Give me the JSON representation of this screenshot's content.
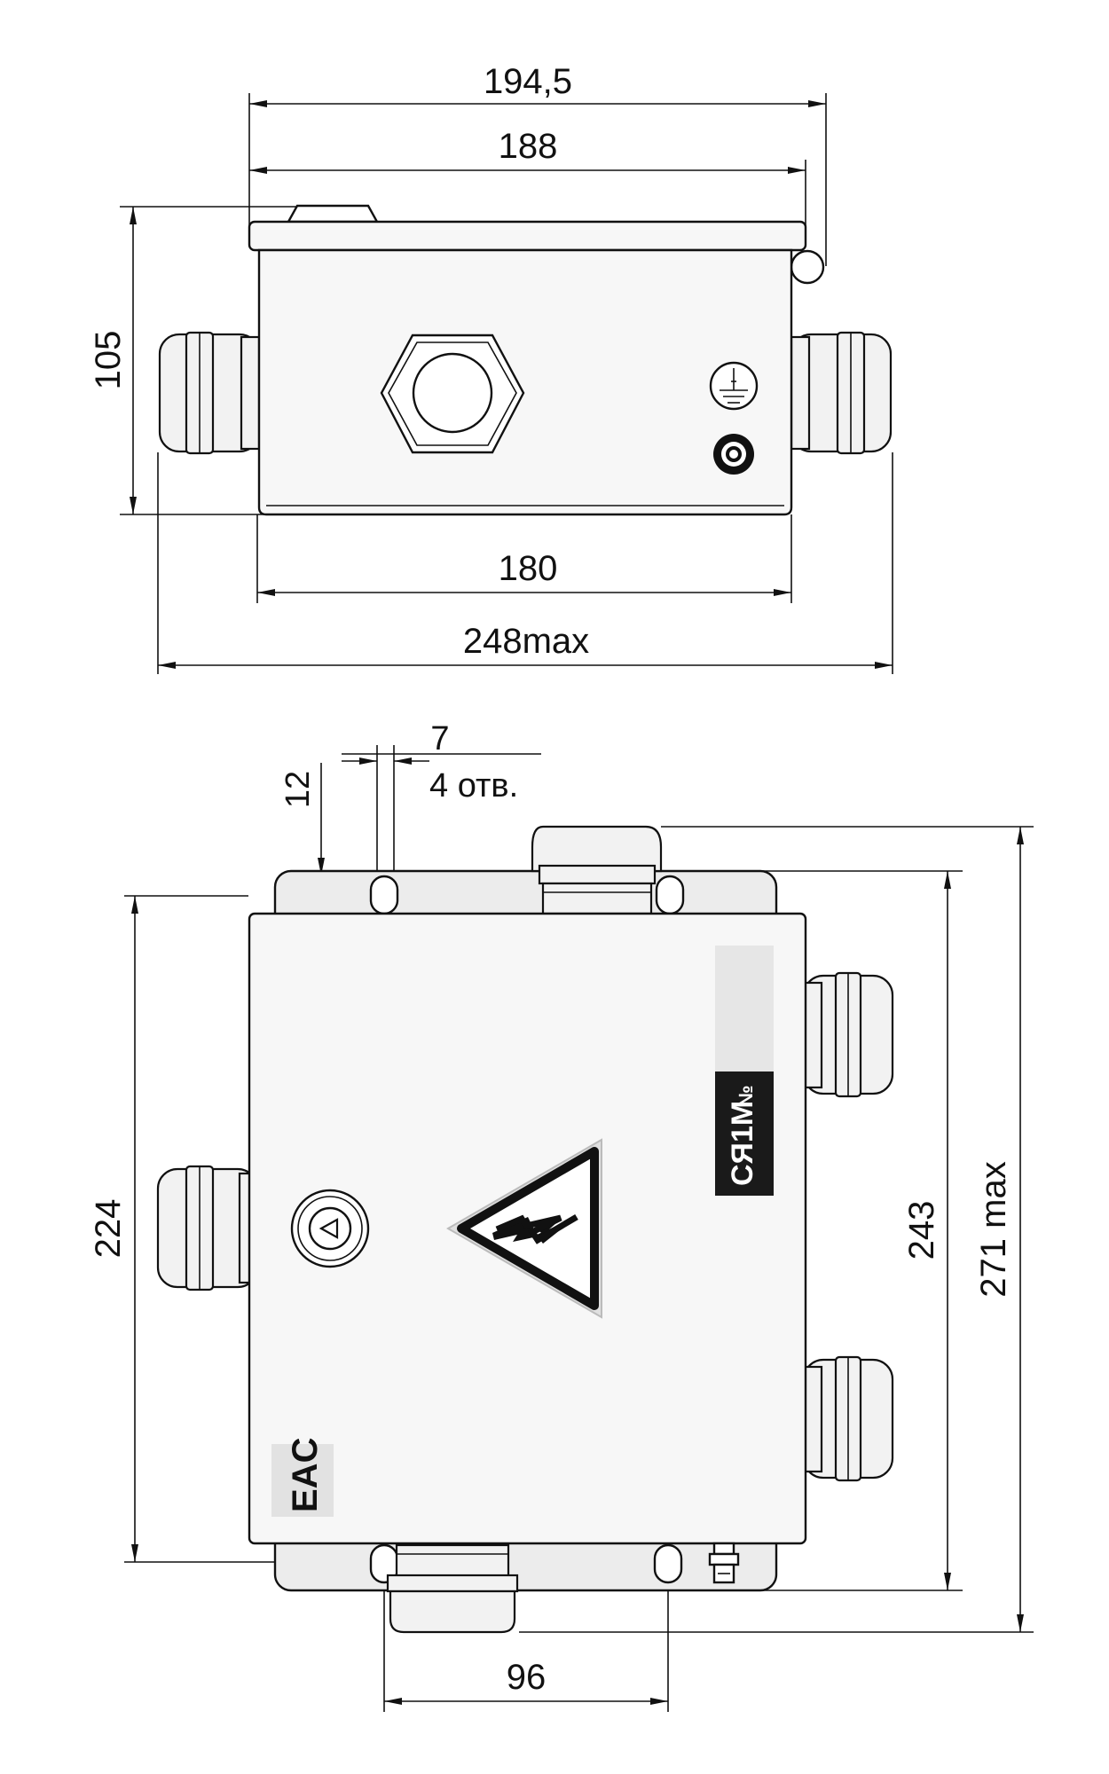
{
  "dimensions": {
    "top_view": {
      "overall_lid_width": "194,5",
      "lid_width": "188",
      "height": "105",
      "body_width": "180",
      "overall_width": "248max"
    },
    "front_view": {
      "hole_diameter": "7",
      "hole_count": "4 отв.",
      "hole_offset": "12",
      "body_height": "224",
      "mount_height": "243",
      "overall_height": "271 max",
      "hole_spacing": "96"
    }
  },
  "nameplate": {
    "text": "СЯ1М",
    "number_sign": "№"
  },
  "marks": {
    "eac": "EAC"
  },
  "colors": {
    "line": "#111111",
    "body": "#f7f7f7",
    "label_bg": "#1a1a1a",
    "label_light": "#e6e6e6"
  }
}
